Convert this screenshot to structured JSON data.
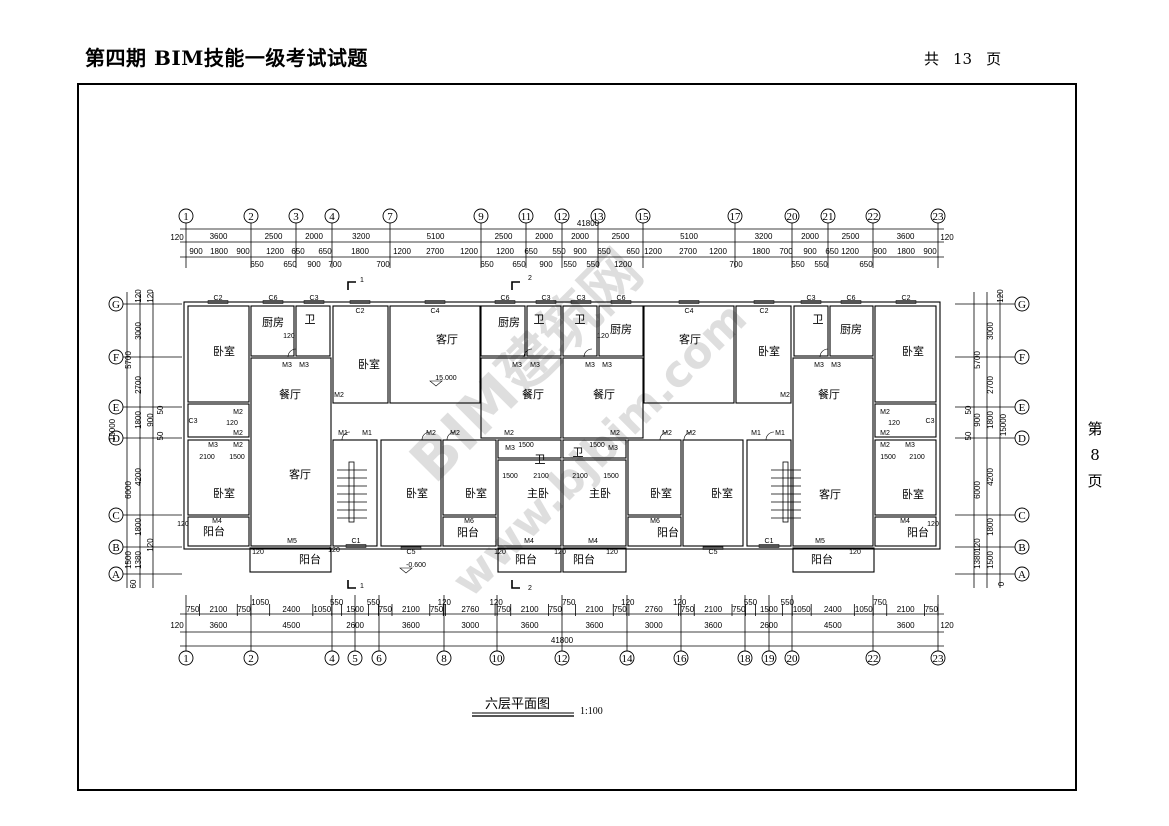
{
  "header": {
    "title": "第四期 BIM技能一级考试试题",
    "total_prefix": "共",
    "total_pages": "13",
    "total_suffix": "页"
  },
  "side_page": {
    "prefix": "第",
    "number": "8",
    "suffix": "页"
  },
  "drawing": {
    "title": "六层平面图",
    "scale": "1:100",
    "watermark": [
      "BIM建筑网",
      "www.bjbim.com"
    ],
    "elevation_upper": "15.000",
    "elevation_lower": "-0.600",
    "section_marks": [
      "1",
      "2",
      "1",
      "2"
    ],
    "top_axes": [
      "1",
      "2",
      "3",
      "4",
      "7",
      "9",
      "11",
      "12",
      "13",
      "15",
      "17",
      "20",
      "21",
      "22",
      "23"
    ],
    "bottom_axes": [
      "1",
      "2",
      "4",
      "5",
      "6",
      "8",
      "10",
      "12",
      "14",
      "16",
      "18",
      "19",
      "20",
      "22",
      "23"
    ],
    "row_axes": [
      "G",
      "F",
      "E",
      "D",
      "C",
      "B",
      "A"
    ],
    "top_total": "41800",
    "top_edge": [
      "120",
      "120"
    ],
    "top_row1": [
      "3600",
      "2500",
      "2000",
      "3200",
      "5100",
      "2500",
      "2000",
      "2000",
      "2500",
      "5100",
      "3200",
      "2000",
      "2500",
      "3600"
    ],
    "top_row2": [
      "900",
      "1800",
      "900",
      "650",
      "1200",
      "650",
      "650",
      "900",
      "650",
      "700",
      "1800",
      "700",
      "1200",
      "2700",
      "1200",
      "650",
      "1200",
      "650",
      "650",
      "900",
      "550",
      "900",
      "550",
      "550",
      "650",
      "1200",
      "650",
      "1200",
      "2700",
      "1200",
      "700",
      "1800",
      "700",
      "550",
      "900",
      "550",
      "650",
      "1200",
      "650",
      "900",
      "1800",
      "900"
    ],
    "bottom_total": "41800",
    "bottom_edge": [
      "120",
      "120"
    ],
    "bottom_row2": [
      "3600",
      "4500",
      "2600",
      "3600",
      "3000",
      "3600",
      "3600",
      "3000",
      "3600",
      "2600",
      "4500",
      "3600"
    ],
    "bottom_row1": [
      "750",
      "2100",
      "750",
      "1050",
      "2400",
      "1050",
      "550",
      "1500",
      "550",
      "750",
      "2100",
      "750",
      "120",
      "2760",
      "120",
      "750",
      "2100",
      "750",
      "750",
      "2100",
      "750",
      "120",
      "2760",
      "120",
      "750",
      "2100",
      "750",
      "550",
      "1500",
      "550",
      "1050",
      "2400",
      "1050",
      "750",
      "2100",
      "750"
    ],
    "left_dims": [
      "120",
      "120",
      "3000",
      "5700",
      "2700",
      "15000",
      "1800",
      "900",
      "50",
      "50",
      "4200",
      "6000",
      "1800",
      "120",
      "1500",
      "1380",
      "60"
    ],
    "right_dims": [
      "120",
      "3000",
      "5700",
      "2700",
      "15000",
      "1800",
      "900",
      "50",
      "50",
      "4200",
      "6000",
      "1800",
      "120",
      "1500",
      "1380",
      "0"
    ],
    "rooms": [
      "卧室",
      "厨房",
      "卫",
      "餐厅",
      "卧室",
      "客厅",
      "卧室",
      "阳台",
      "阳台",
      "客厅",
      "厨房",
      "卫",
      "餐厅",
      "卧室",
      "卧室",
      "阳台",
      "主卧",
      "阳台",
      "卫",
      "卫",
      "厨房",
      "餐厅",
      "客厅",
      "卫",
      "主卧",
      "卧室",
      "卧室",
      "阳台",
      "阳台",
      "卧室",
      "卫",
      "厨房",
      "餐厅",
      "卧室",
      "客厅",
      "卧室",
      "阳台",
      "阳台"
    ],
    "windows": [
      "C2",
      "C6",
      "C3",
      "C2",
      "C4",
      "C6",
      "C3",
      "C3",
      "C6",
      "C4",
      "C2",
      "C3",
      "C6",
      "C2",
      "C1",
      "C5",
      "C5",
      "C1",
      "C3",
      "C3"
    ],
    "doors": [
      "M3",
      "M3",
      "M3",
      "M3",
      "M3",
      "M3",
      "M3",
      "M3",
      "M2",
      "M2",
      "M2",
      "M2",
      "M2",
      "M2",
      "M2",
      "M2",
      "M2",
      "M2",
      "M2",
      "M2",
      "M2",
      "M2",
      "M1",
      "M1",
      "M1",
      "M1",
      "M4",
      "M4",
      "M4",
      "M4",
      "M5",
      "M5",
      "M6",
      "M6",
      "M3",
      "M3",
      "M3",
      "M3"
    ],
    "inner_dims": [
      "2100",
      "1500",
      "1500",
      "2100",
      "2100",
      "1500",
      "1500",
      "2100",
      "120",
      "120",
      "120",
      "120",
      "120",
      "120",
      "120",
      "120",
      "120",
      "120",
      "1500",
      "1500",
      "120",
      "120"
    ]
  }
}
